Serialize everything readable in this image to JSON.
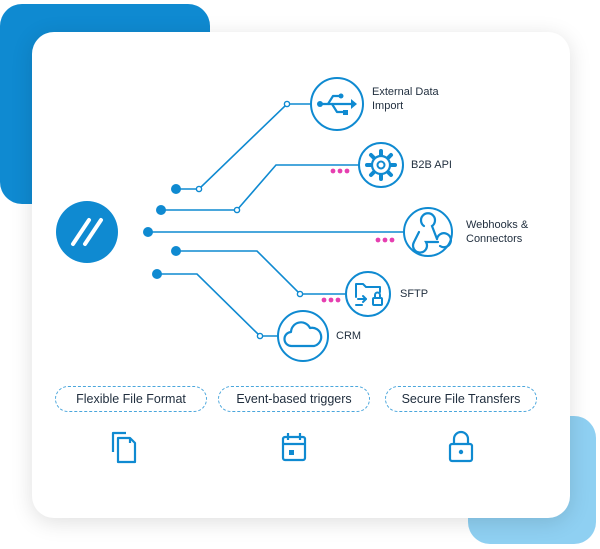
{
  "targets": {
    "external": {
      "label_line1": "External Data",
      "label_line2": "Import",
      "icon": "usb-icon"
    },
    "b2b": {
      "label": "B2B API",
      "icon": "gear-icon"
    },
    "webhooks": {
      "label_line1": "Webhooks &",
      "label_line2": "Connectors",
      "icon": "webhook-icon"
    },
    "sftp": {
      "label": "SFTP",
      "icon": "folder-lock-icon"
    },
    "crm": {
      "label": "CRM",
      "icon": "cloud-icon"
    }
  },
  "features": [
    {
      "label": "Flexible File Format",
      "icon": "files-icon"
    },
    {
      "label": "Event-based triggers",
      "icon": "calendar-icon"
    },
    {
      "label": "Secure File Transfers",
      "icon": "lock-icon"
    }
  ],
  "colors": {
    "primary": "#0f8ad1",
    "light_blue": "#8fd0f2",
    "dots": "#e63fb0",
    "text": "#1f2d3d"
  }
}
